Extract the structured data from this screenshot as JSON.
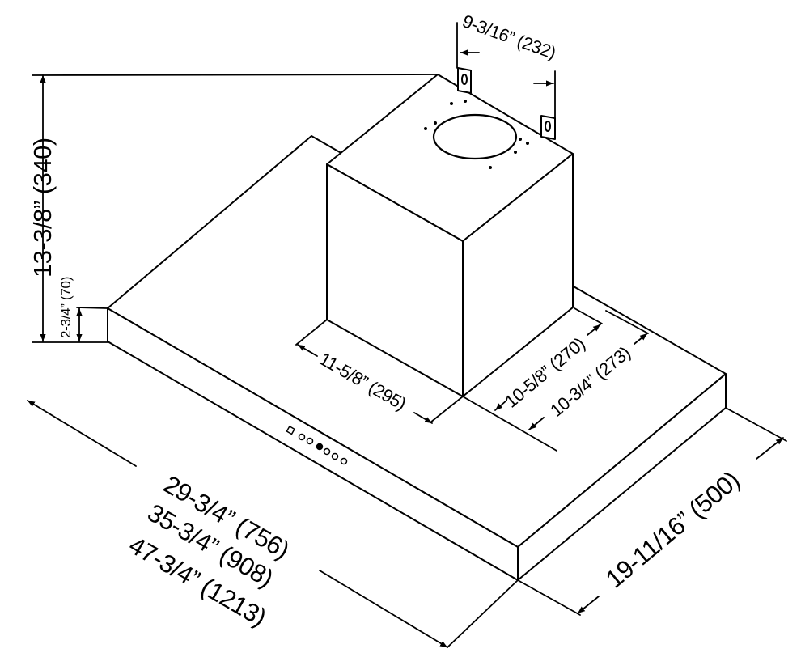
{
  "dimensions": {
    "overall_height": "13-3/8” (340)",
    "hood_thickness": "2-3/4” (70)",
    "bracket_spacing": "9-3/16” (232)",
    "chimney_width": "11-5/8” (295)",
    "chimney_depth": "10-5/8” (270)",
    "chimney_rear_offset": "10-3/4” (273)",
    "hood_depth": "19-11/16” (500)",
    "widths": [
      "29-3/4” (756)",
      "35-3/4” (908)",
      "47-3/4” (1213)"
    ]
  }
}
